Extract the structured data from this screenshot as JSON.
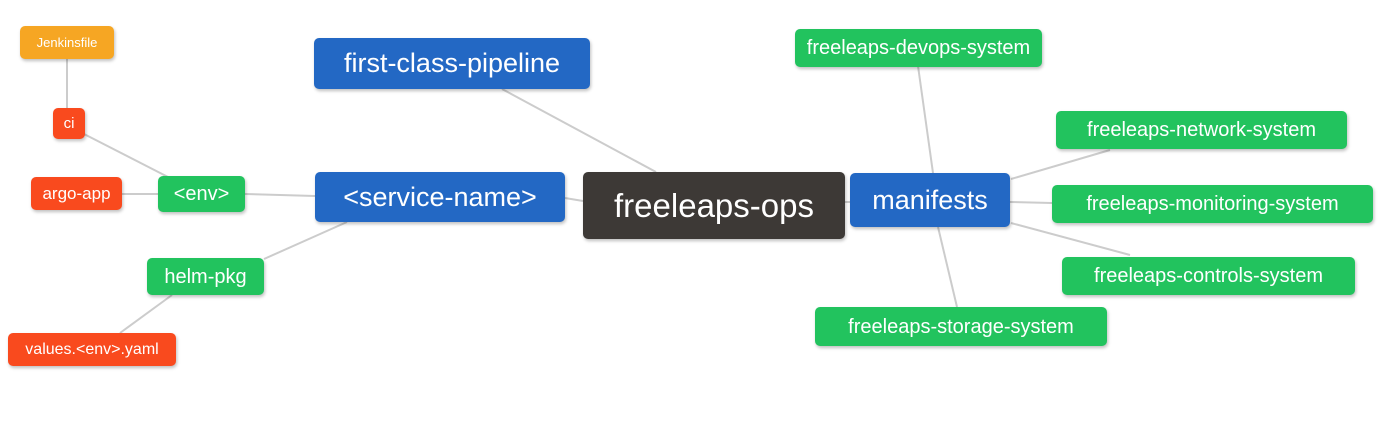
{
  "colors": {
    "background": "#ffffff",
    "root_node": "#3d3936",
    "branch_node_blue": "#2368c4",
    "leaf_node_green": "#22c35e",
    "leaf_node_red": "#f94a1e",
    "leaf_node_orange": "#f6a623",
    "edge_line": "#cccccc",
    "node_text": "#ffffff"
  },
  "nodes": [
    {
      "id": "jenkinsfile",
      "label": "Jenkinsfile",
      "color": "orange"
    },
    {
      "id": "ci",
      "label": "ci",
      "color": "red"
    },
    {
      "id": "argo-app",
      "label": "argo-app",
      "color": "red"
    },
    {
      "id": "env",
      "label": "<env>",
      "color": "green"
    },
    {
      "id": "helm-pkg",
      "label": "helm-pkg",
      "color": "green"
    },
    {
      "id": "values-env-yaml",
      "label": "values.<env>.yaml",
      "color": "red"
    },
    {
      "id": "first-class-pipeline",
      "label": "first-class-pipeline",
      "color": "blue"
    },
    {
      "id": "service-name",
      "label": "<service-name>",
      "color": "blue"
    },
    {
      "id": "freeleaps-ops",
      "label": "freeleaps-ops",
      "color": "dark"
    },
    {
      "id": "manifests",
      "label": "manifests",
      "color": "blue"
    },
    {
      "id": "freeleaps-devops-system",
      "label": "freeleaps-devops-system",
      "color": "green"
    },
    {
      "id": "freeleaps-network-system",
      "label": "freeleaps-network-system",
      "color": "green"
    },
    {
      "id": "freeleaps-monitoring-system",
      "label": "freeleaps-monitoring-system",
      "color": "green"
    },
    {
      "id": "freeleaps-controls-system",
      "label": "freeleaps-controls-system",
      "color": "green"
    },
    {
      "id": "freeleaps-storage-system",
      "label": "freeleaps-storage-system",
      "color": "green"
    }
  ],
  "edges": [
    {
      "from": "jenkinsfile",
      "to": "ci"
    },
    {
      "from": "ci",
      "to": "env"
    },
    {
      "from": "argo-app",
      "to": "env"
    },
    {
      "from": "env",
      "to": "service-name"
    },
    {
      "from": "service-name",
      "to": "helm-pkg"
    },
    {
      "from": "helm-pkg",
      "to": "values-env-yaml"
    },
    {
      "from": "service-name",
      "to": "freeleaps-ops"
    },
    {
      "from": "first-class-pipeline",
      "to": "freeleaps-ops"
    },
    {
      "from": "freeleaps-ops",
      "to": "manifests"
    },
    {
      "from": "manifests",
      "to": "freeleaps-devops-system"
    },
    {
      "from": "manifests",
      "to": "freeleaps-network-system"
    },
    {
      "from": "manifests",
      "to": "freeleaps-monitoring-system"
    },
    {
      "from": "manifests",
      "to": "freeleaps-controls-system"
    },
    {
      "from": "manifests",
      "to": "freeleaps-storage-system"
    }
  ]
}
